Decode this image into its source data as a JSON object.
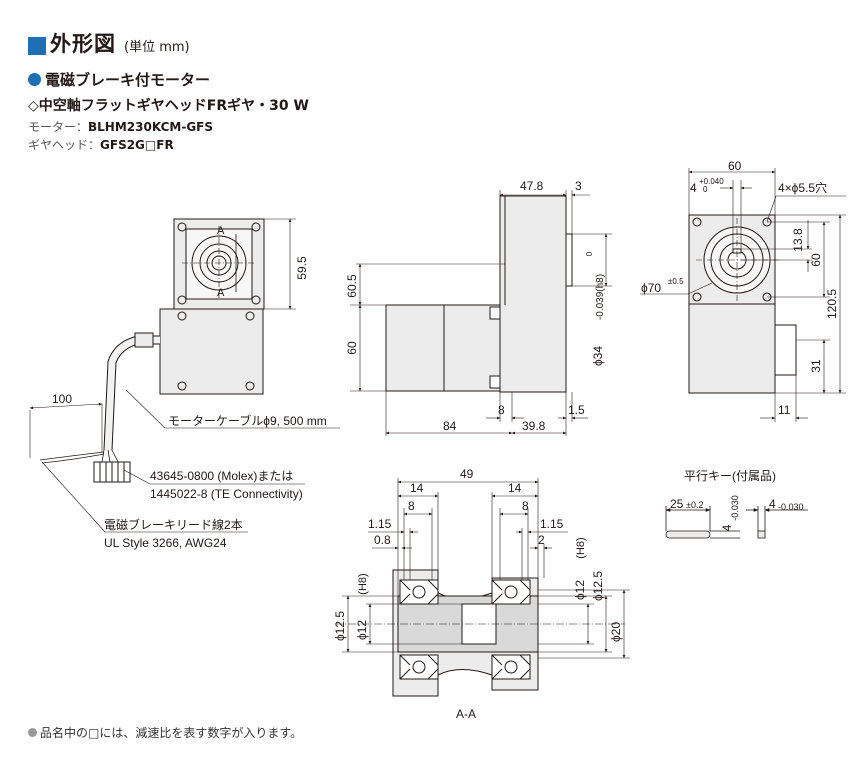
{
  "header": {
    "title": "外形図",
    "unit": "(単位 mm)"
  },
  "product": {
    "name": "電磁ブレーキ付モーター",
    "series": "◇中空軸フラットギヤヘッドFRギヤ・30 W",
    "motor_label": "モーター：",
    "motor_value": "BLHM230KCM-GFS",
    "gearhead_label": "ギヤヘッド：",
    "gearhead_value": "GFS2G□FR"
  },
  "dims": {
    "d59_5": "59.5",
    "d47_8": "47.8",
    "d3": "3",
    "d60_5": "60.5",
    "d60_side": "60",
    "phi34": "ϕ34",
    "tol34": "-0.039(h8)",
    "tol34_top": "0",
    "d8": "8",
    "d1_5": "1.5",
    "d84": "84",
    "d39_8": "39.8",
    "d60_front": "60",
    "d4": "4",
    "tol4_top": "+0.040",
    "tol4_bot": "0",
    "holes": "4×ϕ5.5穴",
    "d13_8": "13.8",
    "d60_v": "60",
    "phi70": "ϕ70",
    "tol70": "±0.5",
    "d120_5": "120.5",
    "d31": "31",
    "d11": "11",
    "d100": "100",
    "cable": "モーターケーブルϕ9, 500 mm",
    "conn1": "43645-0800 (Molex)または",
    "conn2": "1445022-8 (TE Connectivity)",
    "lead1": "電磁ブレーキリード線2本",
    "lead2": "UL Style 3266, AWG24",
    "d49": "49",
    "d14a": "14",
    "d14b": "14",
    "d8a": "8",
    "d8b": "8",
    "d1_15a": "1.15",
    "d1_15b": "1.15",
    "d0_8": "0.8",
    "d2": "2",
    "phi12_5_l": "ϕ12.5",
    "phi12_l": "ϕ12",
    "h8_l": "(H8)",
    "phi12_r": "ϕ12",
    "phi12_5_r": "ϕ12.5",
    "h8_r": "(H8)",
    "phi20": "ϕ20",
    "section": "A-A",
    "mark_a": "A",
    "key_title": "平行キー(付属品)",
    "key25": "25",
    "key25_tol": "±0.2",
    "key4a": "4",
    "key4a_tol": "-0.030",
    "key4b": "4",
    "key4b_tol": "-0.030"
  },
  "footnote": "品名中の□には、減速比を表す数字が入ります。",
  "colors": {
    "accent": "#1f6fb5",
    "body": "#ececec",
    "line": "#231815"
  }
}
